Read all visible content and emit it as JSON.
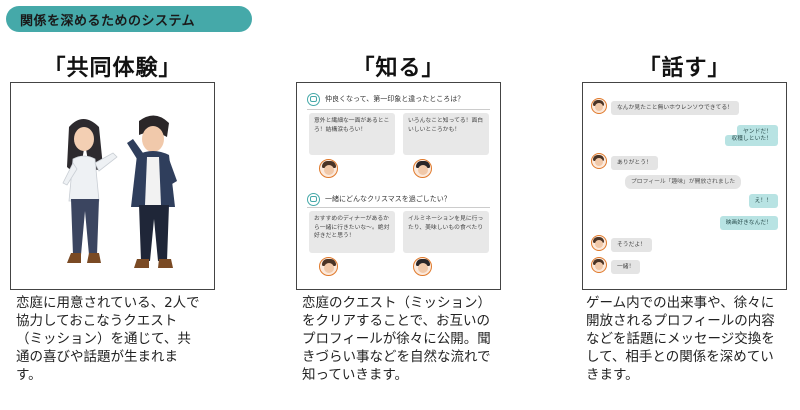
{
  "colors": {
    "accent": "#45a9a9",
    "accent_light": "#b8e3e3",
    "orange": "#e07a2c"
  },
  "header": {
    "title": "関係を深めるためのシステム"
  },
  "sections": [
    {
      "title": "「共同体験」",
      "description": "恋庭に用意されている、2人で協力しておこなうクエスト（ミッション）を通じて、共通の喜びや話題が生まれます。"
    },
    {
      "title": "「知る」",
      "description": "恋庭のクエスト（ミッション）をクリアすることで、お互いのプロフィールが徐々に公開。聞きづらい事などを自然な流れで知っていきます。",
      "quests": [
        {
          "question": "仲良くなって、第一印象と違ったところは？",
          "answers": [
            "意外と繊細な一面があるところ！結構涙もろい！",
            "いろんなこと知ってる！面白いしいところかも！"
          ]
        },
        {
          "question": "一緒にどんなクリスマスを過ごしたい？",
          "answers": [
            "おすすめのディナーがあるから一緒に行きたいな〜。絶対好きだと思う！",
            "イルミネーションを見に行ったり、美味しいもの食べたり"
          ]
        }
      ]
    },
    {
      "title": "「話す」",
      "description": "ゲーム内での出来事や、徐々に開放されるプロフィールの内容などを話題にメッセージ交換をして、相手との関係を深めていきます。",
      "chat": [
        {
          "side": "left",
          "text": "なんか見たこと無いホウレンソウできてる！"
        },
        {
          "side": "right",
          "text": "ヤンドだ！"
        },
        {
          "side": "right",
          "text": "収穫しといた！"
        },
        {
          "side": "left",
          "text": "ありがとう！"
        },
        {
          "side": "system",
          "text": "プロフィール「趣味」が開放されました"
        },
        {
          "side": "right",
          "text": "え！！"
        },
        {
          "side": "right",
          "text": "映画好きなんだ！"
        },
        {
          "side": "left",
          "text": "そうだよ！"
        },
        {
          "side": "left",
          "text": "一緒！"
        }
      ]
    }
  ]
}
